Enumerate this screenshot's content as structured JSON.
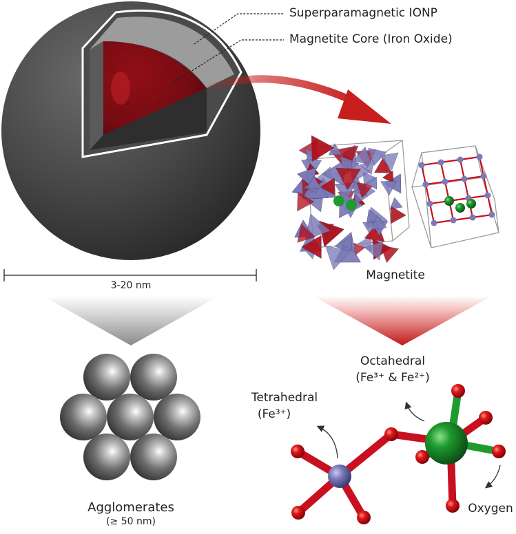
{
  "labels": {
    "shell": "Superparamagnetic IONP",
    "core": "Magnetite Core (Iron Oxide)",
    "scale": "3-20 nm",
    "magnetite": "Magnetite",
    "agglomerates": "Agglomerates",
    "agglomerates_size": "(≥ 50 nm)",
    "octahedral": "Octahedral",
    "octahedral_ions": "(Fe³⁺ & Fe²⁺)",
    "tetrahedral": "Tetrahedral",
    "tetrahedral_ions": "(Fe³⁺)",
    "oxygen": "Oxygen"
  },
  "colors": {
    "shell_dark": "#3f3f3f",
    "shell_light": "#9a9a9a",
    "core_red": "#b0101a",
    "arrow_red": "#c81e1e",
    "tetra_purple": "#7a7ab8",
    "octa_green": "#1e9a2e",
    "oxygen_red": "#d01018",
    "bond_red": "#c81020",
    "funnel_gray": "#9a9a9a"
  }
}
